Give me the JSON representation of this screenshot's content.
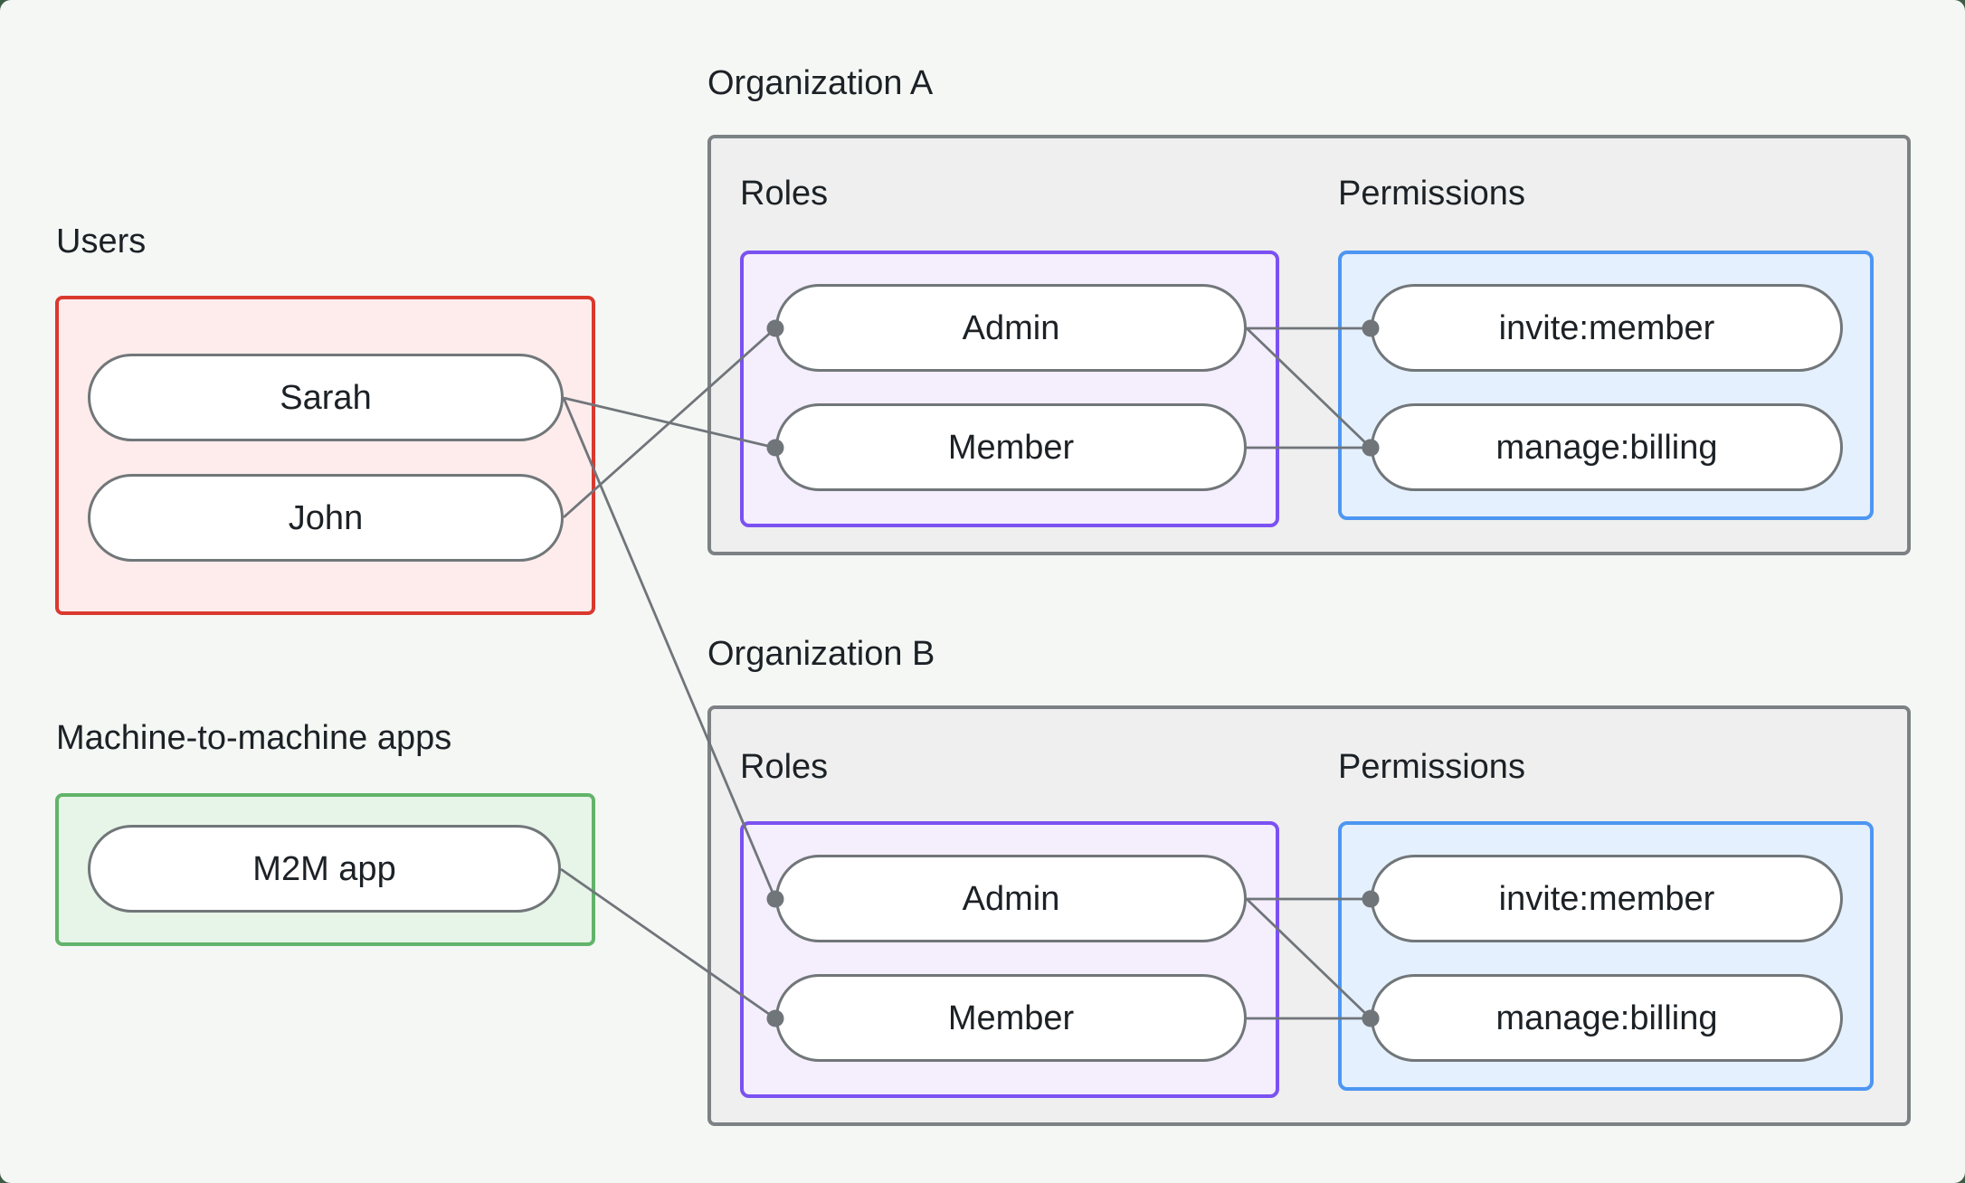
{
  "users_section": {
    "label": "Users",
    "items": [
      {
        "id": "sarah",
        "label": "Sarah"
      },
      {
        "id": "john",
        "label": "John"
      }
    ]
  },
  "m2m_section": {
    "label": "Machine-to-machine apps",
    "items": [
      {
        "id": "m2m_app",
        "label": "M2M app"
      }
    ]
  },
  "organizations": [
    {
      "id": "org_a",
      "label": "Organization A",
      "roles_label": "Roles",
      "permissions_label": "Permissions",
      "roles": [
        {
          "id": "a_admin",
          "label": "Admin"
        },
        {
          "id": "a_member",
          "label": "Member"
        }
      ],
      "permissions": [
        {
          "id": "a_invite",
          "label": "invite:member"
        },
        {
          "id": "a_billing",
          "label": "manage:billing"
        }
      ]
    },
    {
      "id": "org_b",
      "label": "Organization B",
      "roles_label": "Roles",
      "permissions_label": "Permissions",
      "roles": [
        {
          "id": "b_admin",
          "label": "Admin"
        },
        {
          "id": "b_member",
          "label": "Member"
        }
      ],
      "permissions": [
        {
          "id": "b_invite",
          "label": "invite:member"
        },
        {
          "id": "b_billing",
          "label": "manage:billing"
        }
      ]
    }
  ],
  "edges": [
    {
      "from": "sarah",
      "to": "a_member"
    },
    {
      "from": "john",
      "to": "a_admin"
    },
    {
      "from": "sarah",
      "to": "b_admin"
    },
    {
      "from": "m2m_app",
      "to": "b_member"
    },
    {
      "from": "a_admin",
      "to": "a_invite"
    },
    {
      "from": "a_admin",
      "to": "a_billing"
    },
    {
      "from": "a_member",
      "to": "a_billing"
    },
    {
      "from": "b_admin",
      "to": "b_invite"
    },
    {
      "from": "b_admin",
      "to": "b_billing"
    },
    {
      "from": "b_member",
      "to": "b_billing"
    }
  ],
  "colors": {
    "background": "#f4f7f4",
    "page_frame": "#3c5c46",
    "text": "#1c2126",
    "connector": "#70757a",
    "users_border": "#da392e",
    "users_fill": "#fdeceb",
    "m2m_border": "#62b46a",
    "m2m_fill": "#e7f4e8",
    "org_border": "#7c8184",
    "org_fill": "#eeefee",
    "roles_border": "#7b51f2",
    "roles_fill": "#f4eefd",
    "permissions_border": "#4d96f2",
    "permissions_fill": "#e4f0fd",
    "node_border": "#717679",
    "node_fill": "#ffffff"
  }
}
